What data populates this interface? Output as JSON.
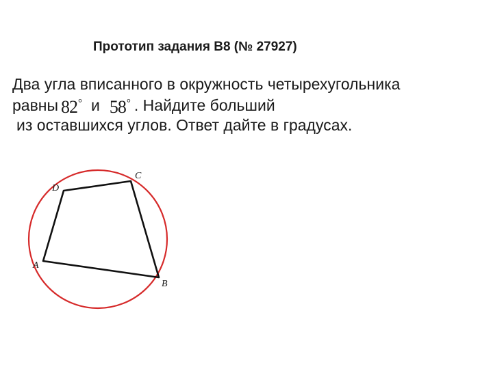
{
  "title": "Прототип задания В8 (№ 27927)",
  "problem": {
    "line1": "Два угла вписанного в окружность четырехугольника",
    "line2_start": "равны",
    "angle1": "82",
    "angle1_unit": "°",
    "conjunction": "и",
    "angle2": "58",
    "angle2_unit": "°",
    "line2_end": ". Найдите больший",
    "line3": "из оставшихся углов. Ответ дайте в градусах."
  },
  "figure": {
    "vertices": {
      "A": "A",
      "B": "B",
      "C": "C",
      "D": "D"
    },
    "circle_color": "#d62a2a",
    "polygon_color": "#111111"
  }
}
